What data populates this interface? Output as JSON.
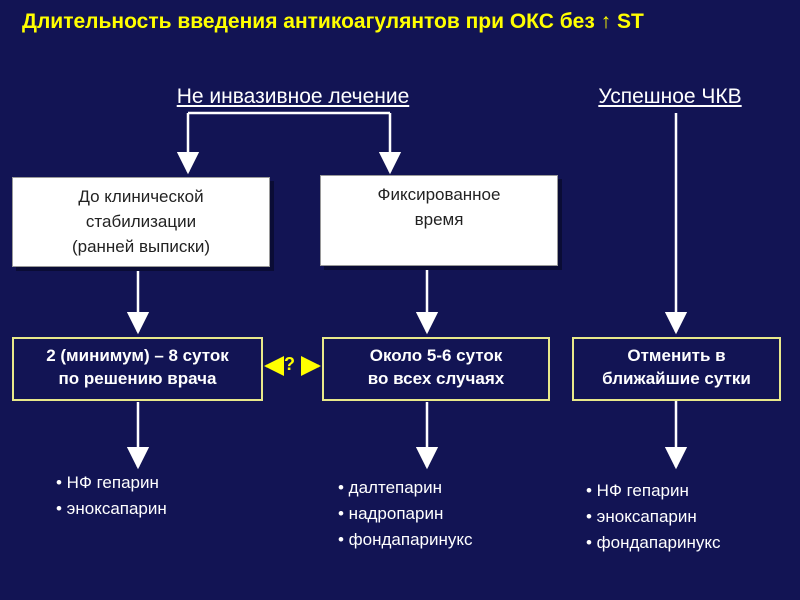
{
  "title": "Длительность введения антикоагулянтов при ОКС без ↑ ST",
  "branches": {
    "non_invasive": "Не инвазивное лечение",
    "pci": "Успешное ЧКВ"
  },
  "boxes": {
    "until_stabilization": [
      "До клинической",
      "стабилизации",
      "(ранней выписки)"
    ],
    "fixed_time": [
      "Фиксированное",
      "время"
    ]
  },
  "durations": {
    "left": [
      "2 (минимум) – 8 суток",
      "по решению врача"
    ],
    "middle": [
      "Около 5-6 суток",
      "во всех случаях"
    ],
    "right": [
      "Отменить в",
      "ближайшие сутки"
    ]
  },
  "connector_label": "?",
  "drugs": {
    "left": [
      "• НФ гепарин",
      "• эноксапарин"
    ],
    "middle": [
      "• далтепарин",
      "• надропарин",
      "• фондапаринукс"
    ],
    "right": [
      "• НФ гепарин",
      "• эноксапарин",
      "• фондапаринукс"
    ]
  },
  "colors": {
    "background": "#121454",
    "title": "#ffff00",
    "box_border": "#e8e88a",
    "arrow": "#ffffff",
    "dashed_arrow": "#ffff00"
  }
}
